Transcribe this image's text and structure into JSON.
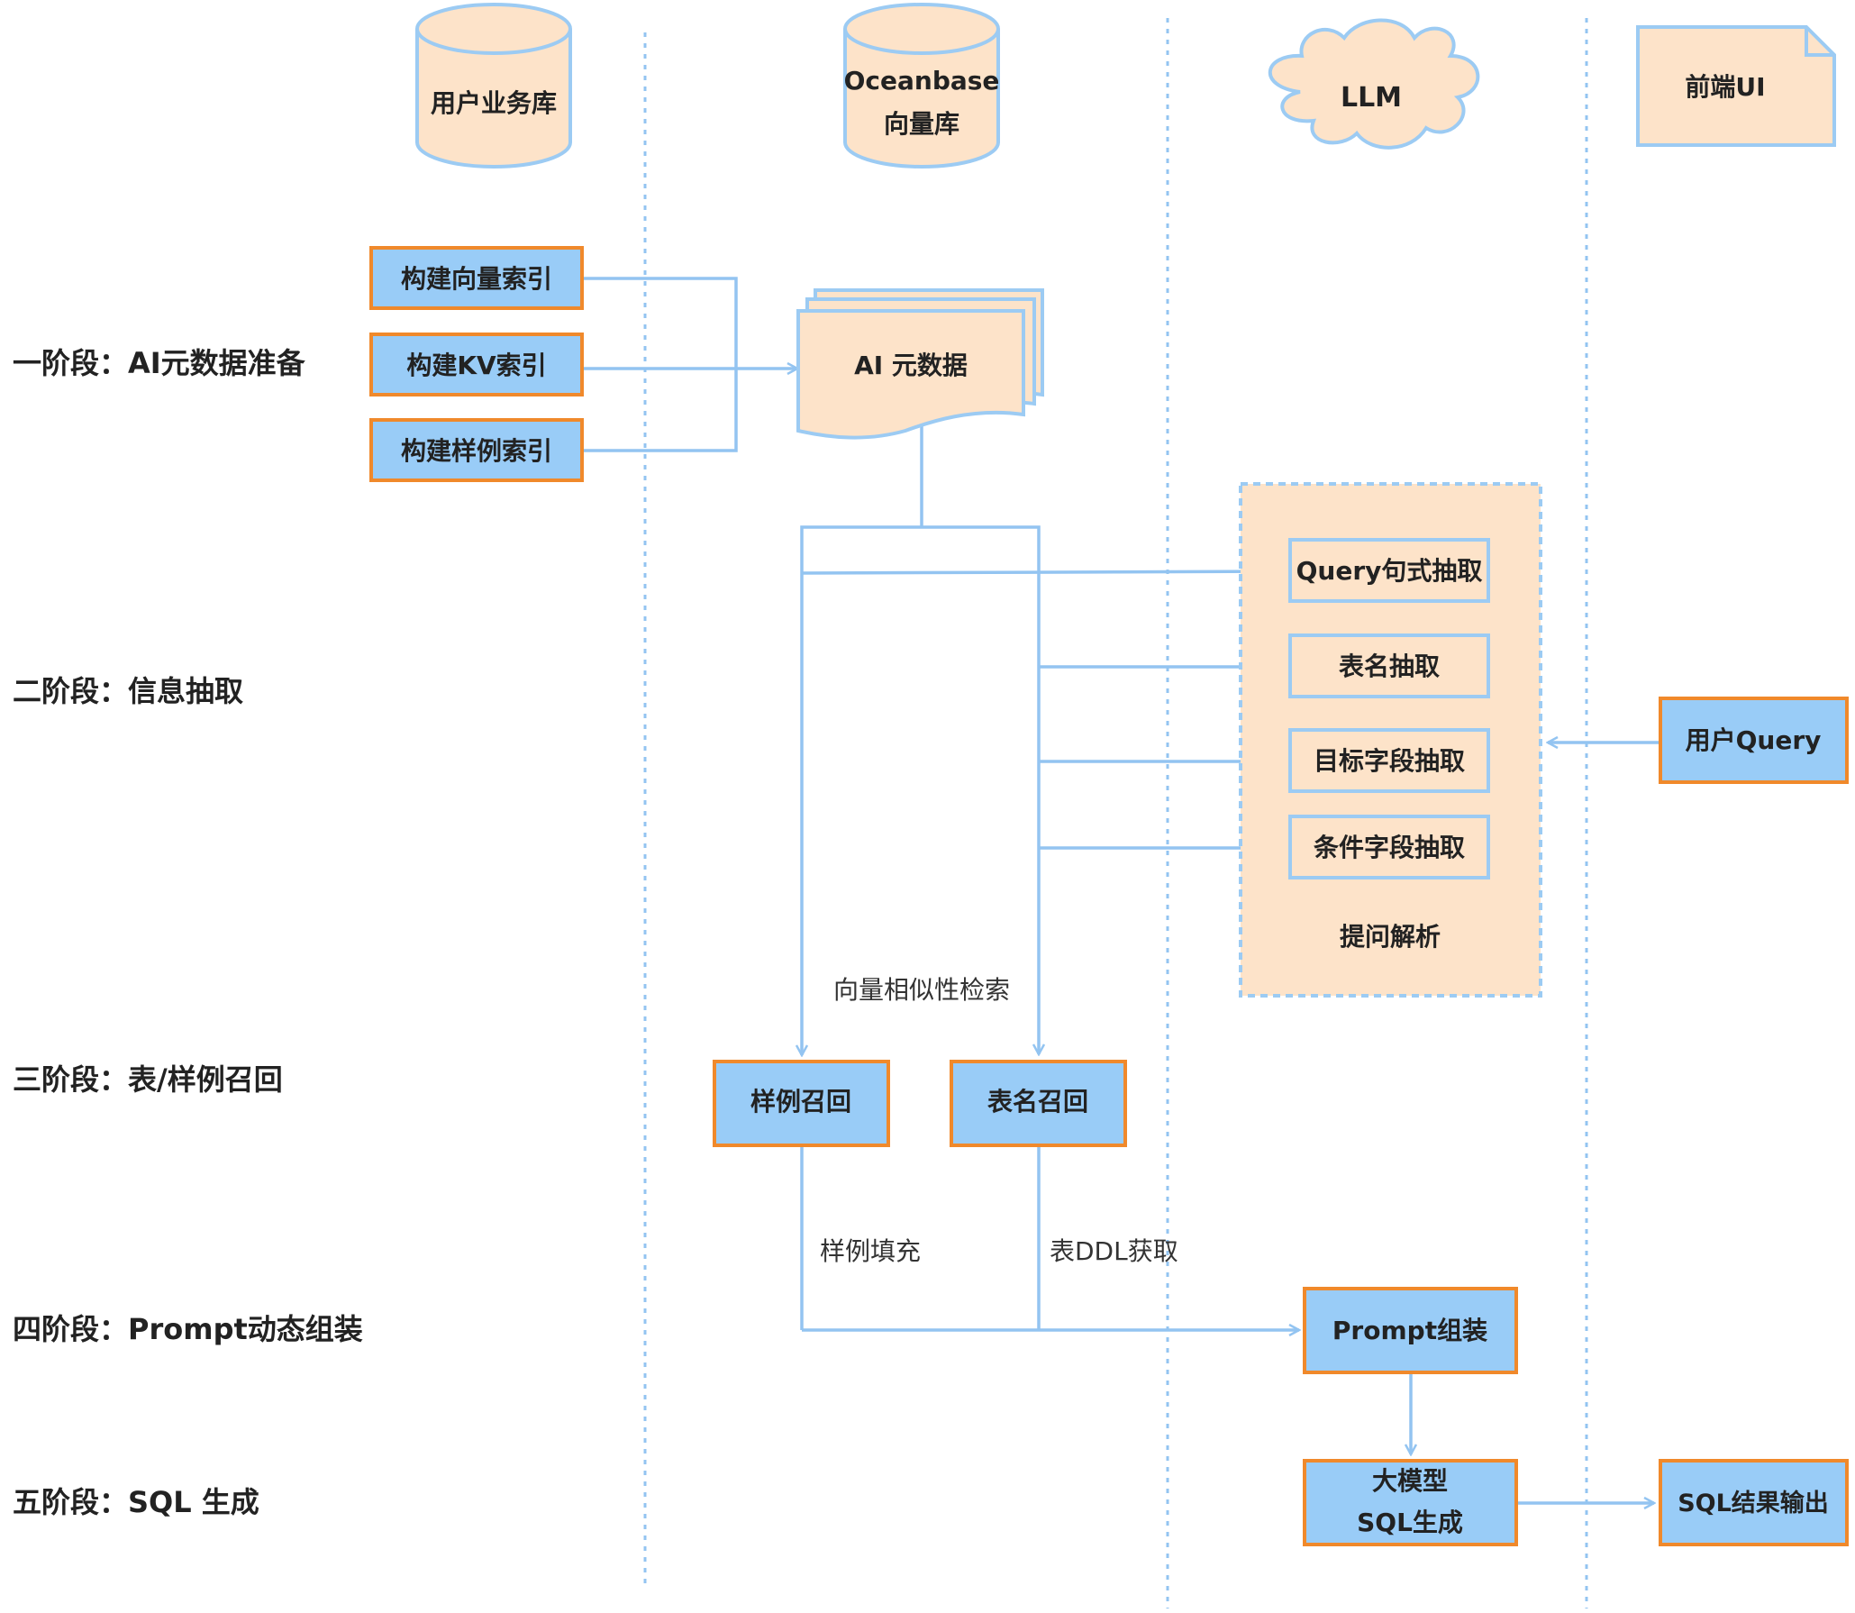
{
  "lanes": {
    "user_db": "用户业务库",
    "oceanbase_line1": "Oceanbase",
    "oceanbase_line2": "向量库",
    "llm": "LLM",
    "frontend": "前端UI"
  },
  "stages": {
    "stage1": "一阶段：AI元数据准备",
    "stage2": "二阶段：信息抽取",
    "stage3": "三阶段：表/样例召回",
    "stage4": "四阶段：Prompt动态组装",
    "stage5": "五阶段：SQL 生成"
  },
  "nodes": {
    "build_vector_index": "构建向量索引",
    "build_kv_index": "构建KV索引",
    "build_sample_index": "构建样例索引",
    "ai_metadata": "AI 元数据",
    "query_pattern": "Query句式抽取",
    "table_name_extract": "表名抽取",
    "target_field_extract": "目标字段抽取",
    "condition_field_extract": "条件字段抽取",
    "question_parse": "提问解析",
    "user_query": "用户Query",
    "sample_recall": "样例召回",
    "table_recall": "表名召回",
    "prompt_assembly": "Prompt组装",
    "llm_sql_line1": "大模型",
    "llm_sql_line2": "SQL生成",
    "sql_output": "SQL结果输出"
  },
  "edge_labels": {
    "vector_search": "向量相似性检索",
    "sample_fill": "样例填充",
    "table_ddl": "表DDL获取"
  },
  "colors": {
    "box_fill_blue": "#99ccf7",
    "box_border_orange": "#f0892b",
    "shape_fill_peach": "#fde3c9",
    "line_blue": "#93c4f1"
  }
}
